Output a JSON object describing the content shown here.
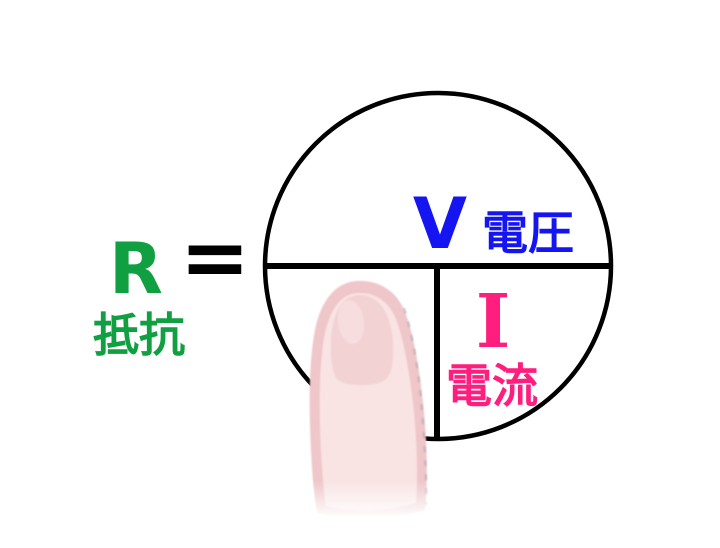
{
  "formula": {
    "result_symbol": "R",
    "result_label": "抵抗",
    "equals_sign": "="
  },
  "circle": {
    "numerator_symbol": "V",
    "numerator_label": "電圧",
    "denominator_symbol": "I",
    "denominator_label": "電流"
  },
  "colors": {
    "resistance_green": "#10a041",
    "voltage_blue": "#1515f2",
    "current_pink": "#ff1d7d",
    "line_black": "#000000",
    "skin_outer": "#efc6c9",
    "skin_body": "#f9e3e3",
    "skin_nail": "#f3d2d4",
    "skin_highlight": "#f8dedf",
    "edge_shade_gray": "#9ca3ab"
  }
}
